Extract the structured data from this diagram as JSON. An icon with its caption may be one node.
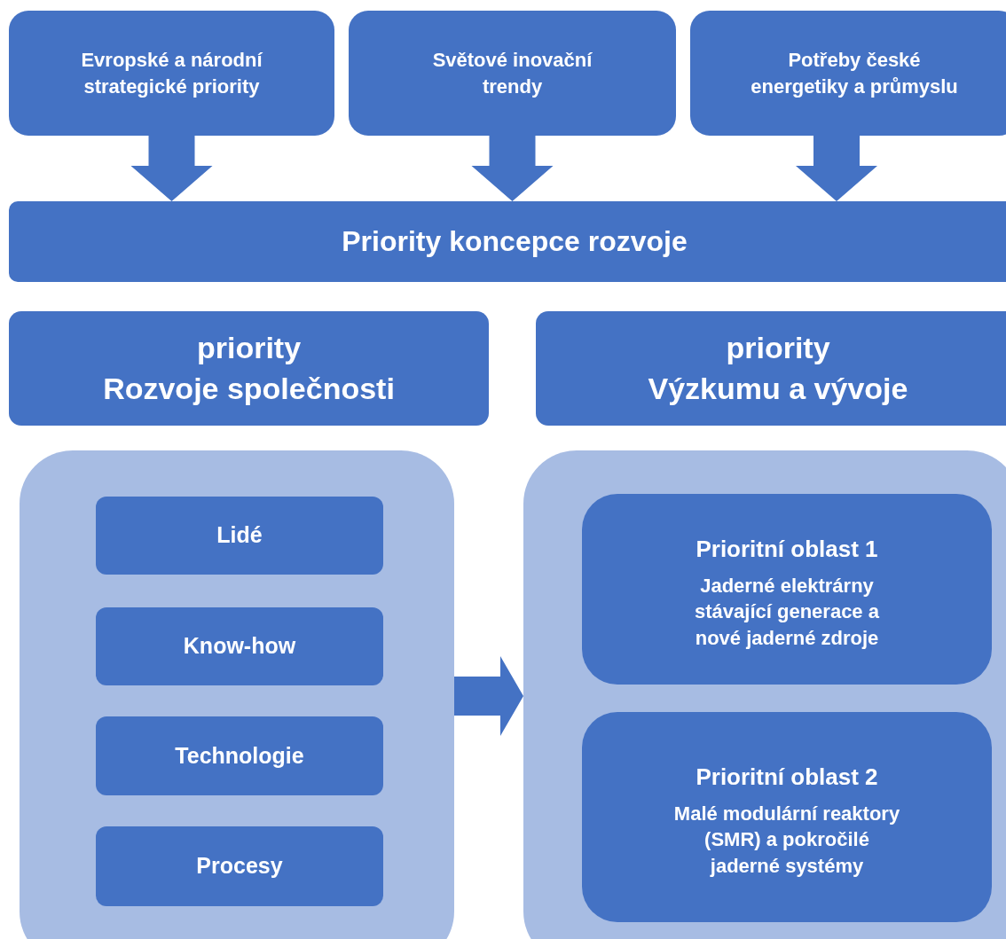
{
  "diagram": {
    "nodes": [
      {
        "text": [
          "Evropské a národní strategické priority"
        ]
      },
      {
        "text": [
          "Světové inovační trendy"
        ]
      },
      {
        "text": [
          "Potřeby české energetiky a průmyslu"
        ]
      },
      {
        "text": [
          "Priority koncepce rozvoje"
        ]
      },
      {
        "text": [
          "priority",
          "Rozvoje společnosti"
        ]
      },
      {
        "text": [
          "priority",
          "Výzkumu a vývoje"
        ]
      },
      {
        "text": [],
        "shape": "box"
      },
      {
        "text": [
          "Lidé"
        ],
        "in": 6
      },
      {
        "text": [
          "Know-how"
        ],
        "in": 6
      },
      {
        "text": [
          "Technologie"
        ],
        "in": 6
      },
      {
        "text": [
          "Procesy"
        ],
        "in": 6
      },
      {
        "text": [],
        "shape": "box"
      },
      {
        "text": [
          "Prioritní oblast 1",
          "Jaderné elektrárny stávající generace a nové jaderné zdroje"
        ],
        "in": 11
      },
      {
        "text": [
          "Prioritní oblast 2",
          "Malé modulární reaktory (SMR) a pokročilé jaderné systémy"
        ],
        "in": 11
      }
    ],
    "edges": [
      {
        "from": 0,
        "to": 3,
        "arrow": "to"
      },
      {
        "from": 1,
        "to": 3,
        "arrow": "to"
      },
      {
        "from": 2,
        "to": 3,
        "arrow": "to"
      },
      {
        "from": 6,
        "to": 11,
        "arrow": "to"
      }
    ]
  }
}
